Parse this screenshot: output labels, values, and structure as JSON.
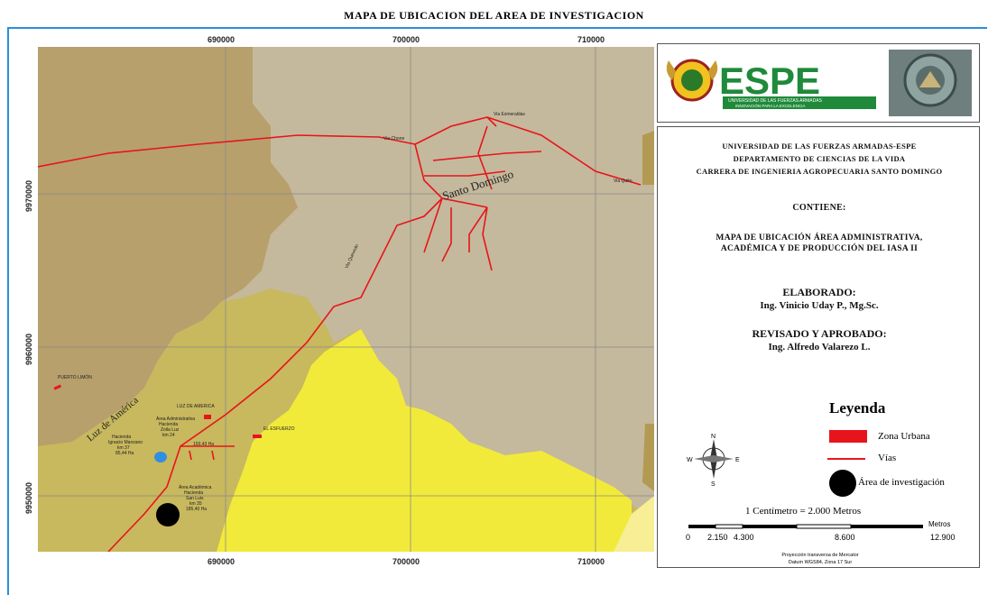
{
  "title": "MAPA DE UBICACION DEL AREA DE INVESTIGACION",
  "grid": {
    "x_labels": [
      "690000",
      "700000",
      "710000"
    ],
    "y_labels": [
      "9970000",
      "9960000",
      "9950000"
    ]
  },
  "place_labels": {
    "santo_domingo": "Santo Domingo",
    "luz_de_america": "Luz de América",
    "luz_de_america_town": "LUZ DE AMERICA",
    "via_esmeraldas": "Via Esmeraldas",
    "via_chone": "Via Chone",
    "via_quito": "Via Quito",
    "via_quevedo": "Via Quevedo",
    "puerto_limon": "PUERTO LIMÓN",
    "el_esfuerzo": "EL ESFUERZO",
    "area_admin_1": "Área Administrativa",
    "area_admin_2": "Hacienda",
    "area_admin_3": "Zoila Luz",
    "area_admin_4": "km 24",
    "area_admin_ha": "193,43 Ha",
    "prod_1": "Hacienda",
    "prod_2": "Ignacio Manzano",
    "prod_3": "km 37",
    "prod_4": "85,44 Ha",
    "acad_1": "Área Académica",
    "acad_2": "Hacienda",
    "acad_3": "San Luis",
    "acad_4": "km 35",
    "acad_5": "185,40 Ha"
  },
  "logos": {
    "espe_text": "ESPE",
    "espe_sub1": "UNIVERSIDAD DE LAS FUERZAS ARMADAS",
    "espe_sub2": "INNOVACIÓN PARA LA EXCELENCIA"
  },
  "info": {
    "line1": "UNIVERSIDAD DE LAS FUERZAS ARMADAS-ESPE",
    "line2": "DEPARTAMENTO DE CIENCIAS DE LA VIDA",
    "line3": "CARRERA DE INGENIERIA AGROPECUARIA SANTO DOMINGO",
    "contiene": "CONTIENE:",
    "mapa1": "MAPA DE UBICACIÓN  ÁREA ADMINISTRATIVA,",
    "mapa2": "ACADÉMICA Y DE PRODUCCIÓN DEL IASA II",
    "elaborado": "ELABORADO:",
    "elaborado_name": "Ing. Vinicio Uday P., Mg.Sc.",
    "revisado": "REVISADO Y APROBADO:",
    "revisado_name": "Ing. Alfredo Valarezo L."
  },
  "legend": {
    "title": "Leyenda",
    "items": [
      "Zona Urbana",
      "Vías",
      "Área de investigación"
    ],
    "colors": {
      "urban": "#e8141c",
      "road": "#e8141c",
      "point": "#000000"
    }
  },
  "north_arrow": {
    "n": "N",
    "s": "S",
    "e": "E",
    "w": "W"
  },
  "scale": {
    "text": "1 Centímetro = 2.000 Metros",
    "unit": "Metros",
    "ticks": [
      "0",
      "2.150",
      "4.300",
      "8.600",
      "12.900"
    ]
  },
  "projection": {
    "line1": "Proyección transversa de Mercator",
    "line2": "Datum WGS84, Zona 17 Sur"
  },
  "colors": {
    "zone_gray": "#c4b99c",
    "zone_brown": "#b7a06c",
    "zone_olive": "#c8b85e",
    "zone_yellow": "#f2ea3a",
    "zone_light": "#f7ee95",
    "water_blue": "#2f8fe0"
  }
}
